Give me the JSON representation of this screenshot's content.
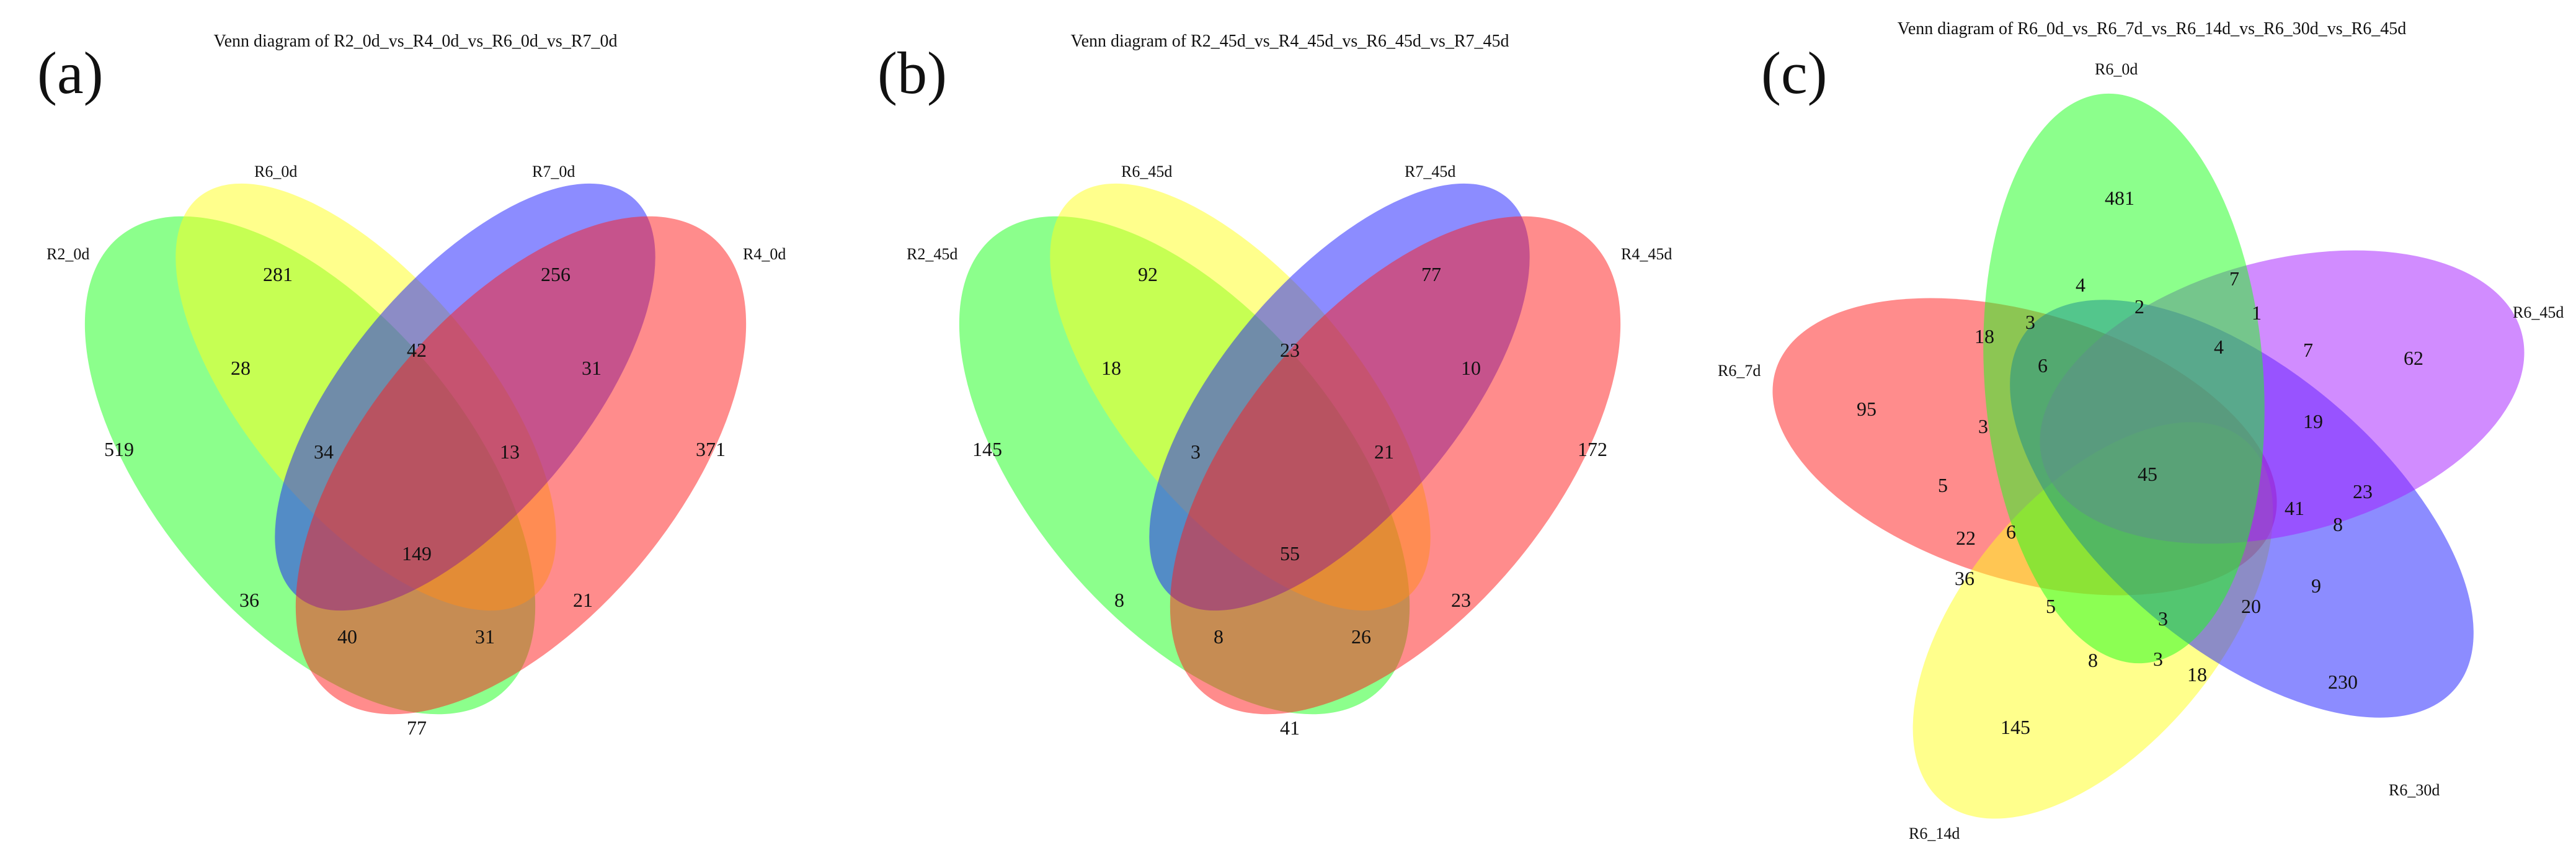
{
  "panels": [
    {
      "letter": "(a)",
      "title": "Venn diagram of R2_0d_vs_R4_0d_vs_R6_0d_vs_R7_0d",
      "sets": [
        {
          "label": "R2_0d",
          "color": "#19ff19"
        },
        {
          "label": "R6_0d",
          "color": "#ffff19"
        },
        {
          "label": "R7_0d",
          "color": "#1919ff"
        },
        {
          "label": "R4_0d",
          "color": "#ff1919"
        }
      ],
      "counts": [
        "519",
        "281",
        "256",
        "371",
        "28",
        "42",
        "31",
        "34",
        "13",
        "149",
        "36",
        "21",
        "40",
        "31",
        "77"
      ]
    },
    {
      "letter": "(b)",
      "title": "Venn diagram of R2_45d_vs_R4_45d_vs_R6_45d_vs_R7_45d",
      "sets": [
        {
          "label": "R2_45d",
          "color": "#19ff19"
        },
        {
          "label": "R6_45d",
          "color": "#ffff19"
        },
        {
          "label": "R7_45d",
          "color": "#1919ff"
        },
        {
          "label": "R4_45d",
          "color": "#ff1919"
        }
      ],
      "counts": [
        "145",
        "92",
        "77",
        "172",
        "18",
        "23",
        "10",
        "3",
        "21",
        "55",
        "8",
        "23",
        "8",
        "26",
        "41"
      ]
    },
    {
      "letter": "(c)",
      "title": "Venn diagram of R6_0d_vs_R6_7d_vs_R6_14d_vs_R6_30d_vs_R6_45d",
      "sets": [
        {
          "label": "R6_0d",
          "color": "#19ff19"
        },
        {
          "label": "R6_45d",
          "color": "#a319ff"
        },
        {
          "label": "R6_30d",
          "color": "#1919ff"
        },
        {
          "label": "R6_14d",
          "color": "#ffff19"
        },
        {
          "label": "R6_7d",
          "color": "#ff1919"
        }
      ],
      "counts": [
        "481",
        "62",
        "230",
        "145",
        "95",
        "7",
        "1",
        "7",
        "4",
        "2",
        "3",
        "18",
        "6",
        "4",
        "19",
        "23",
        "3",
        "5",
        "45",
        "41",
        "8",
        "9",
        "22",
        "36",
        "6",
        "5",
        "3",
        "20",
        "8",
        "3",
        "18"
      ]
    }
  ]
}
